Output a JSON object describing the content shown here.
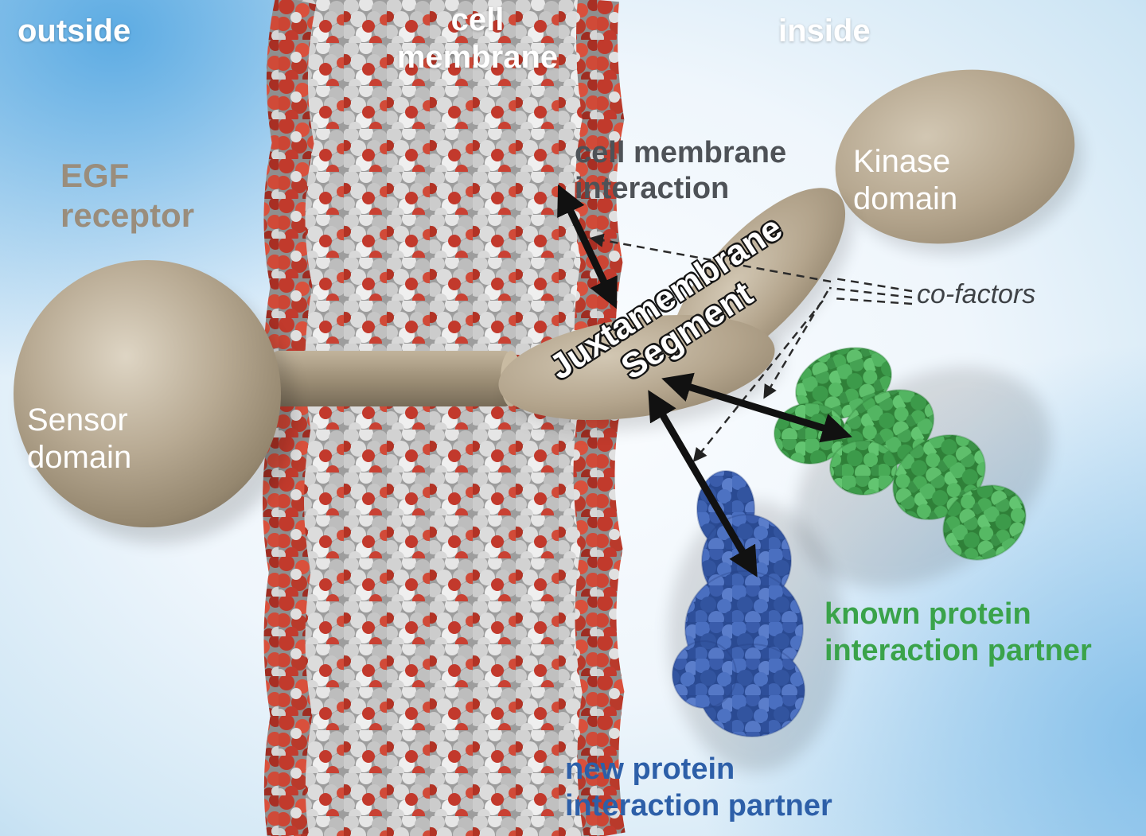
{
  "labels": {
    "outside": "outside",
    "cell_membrane": [
      "cell",
      "membrane"
    ],
    "inside": "inside",
    "egf_receptor": [
      "EGF",
      "receptor"
    ],
    "sensor_domain": [
      "Sensor",
      "domain"
    ],
    "kinase_domain": [
      "Kinase",
      "domain"
    ],
    "juxtamembrane_segment": [
      "Juxtamembrane",
      "Segment"
    ],
    "cell_membrane_interaction": [
      "cell membrane",
      "interaction"
    ],
    "co_factors": "co-factors",
    "known_protein_partner": [
      "known protein",
      "interaction partner"
    ],
    "new_protein_partner": [
      "new protein",
      "interaction partner"
    ]
  },
  "colors": {
    "background_blue": "#8ec3e8",
    "protein_tan": "#a99a83",
    "membrane_gray": "#c9c9c9",
    "membrane_red": "#c23b2e",
    "known_partner_green": "#3aa34a",
    "new_partner_blue": "#2d5fa8",
    "annotation_gray": "#4e5257",
    "arrow_black": "#111111"
  },
  "interactions": [
    {
      "between": [
        "Juxtamembrane Segment",
        "cell membrane"
      ],
      "type": "double-arrow"
    },
    {
      "between": [
        "Juxtamembrane Segment",
        "known protein interaction partner"
      ],
      "type": "double-arrow"
    },
    {
      "between": [
        "Juxtamembrane Segment",
        "new protein interaction partner"
      ],
      "type": "double-arrow"
    },
    {
      "between": [
        "co-factors",
        "interaction arrows"
      ],
      "type": "dashed-arrows"
    }
  ]
}
